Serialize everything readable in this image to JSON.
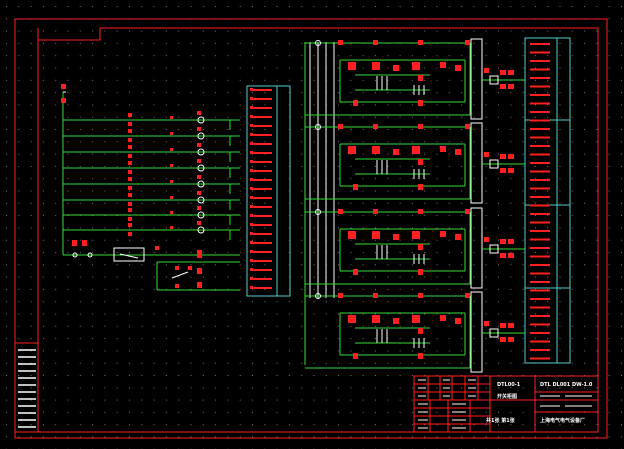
{
  "drawing": {
    "background_color": "#000000",
    "grid_dot_color": "#7a7a7a",
    "frame_color": "#ff2020",
    "wire_color": "#33dd33",
    "bus_color": "#ffffff",
    "device_color": "#ff2020",
    "terminal_block_color": "#55cccc"
  },
  "title_block": {
    "drawing_number": "DTL00-1",
    "drawing_name": "开关柜图",
    "sheet_label": "共1张 第1张",
    "project_code": "DTL DL001 DW-1.0",
    "company": "上海电气电气设备厂"
  }
}
